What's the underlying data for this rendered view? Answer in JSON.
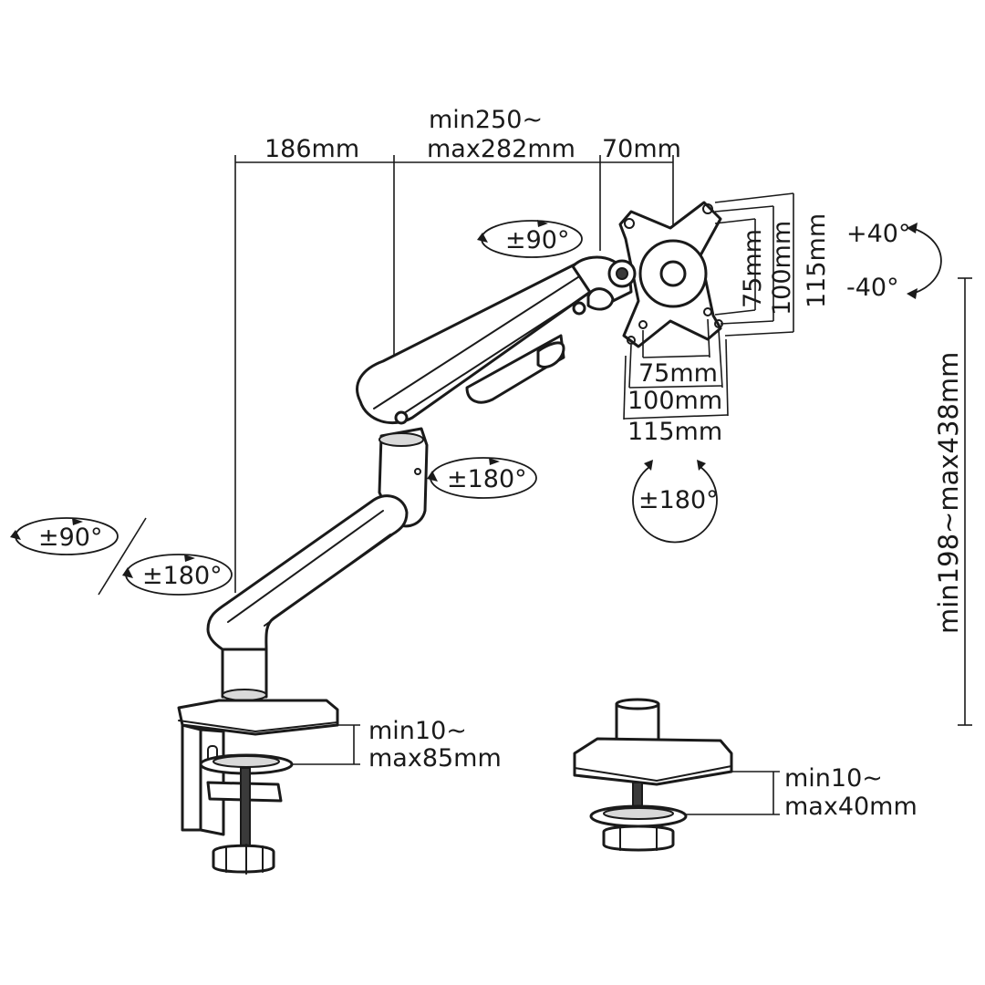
{
  "dimensions": {
    "arm_reach_1": "186mm",
    "arm_reach_2_min": "min250~",
    "arm_reach_2_max": "max282mm",
    "head_offset": "70mm",
    "height_range": "min198~max438mm",
    "clamp_thickness_min": "min10~",
    "clamp_thickness_max": "max85mm",
    "grommet_thickness_min": "min10~",
    "grommet_thickness_max": "max40mm"
  },
  "vesa": {
    "vertical": [
      "75mm",
      "100mm",
      "115mm"
    ],
    "horizontal": [
      "75mm",
      "100mm",
      "115mm"
    ]
  },
  "rotations": {
    "head_swivel": "±90°",
    "tilt_up": "+40°",
    "tilt_down": "-40°",
    "elbow_swivel": "±180°",
    "screen_rotation": "±180°",
    "base_swivel_upper": "±90°",
    "base_swivel_lower": "±180°"
  }
}
